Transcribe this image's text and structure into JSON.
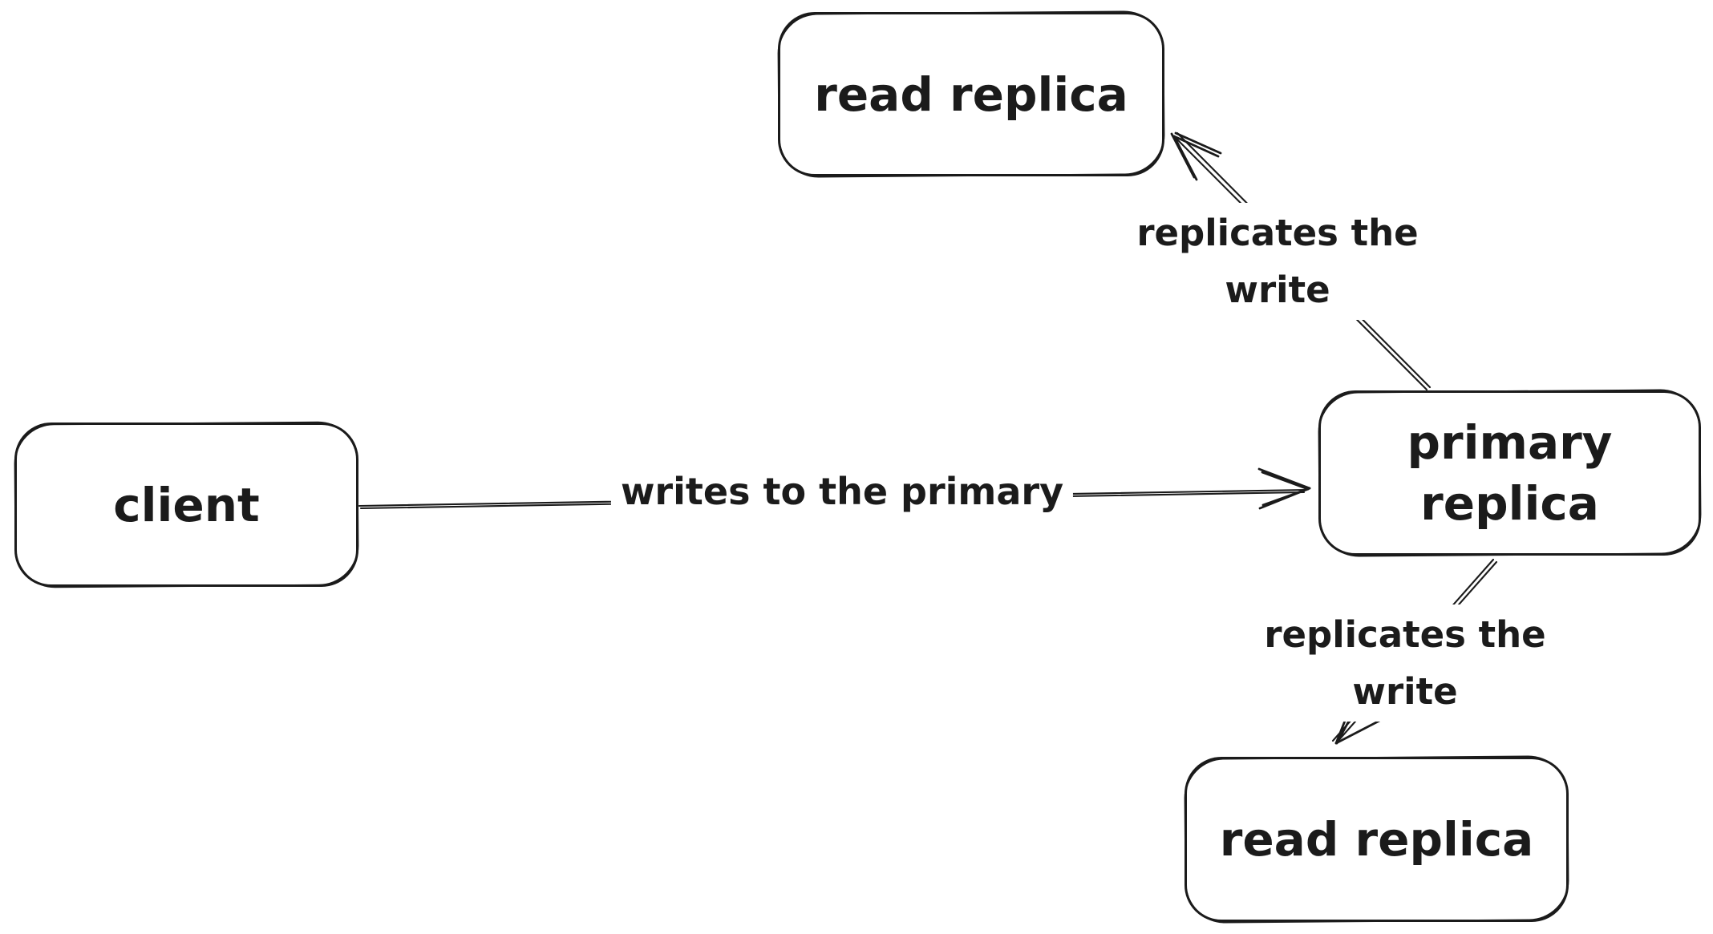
{
  "diagram": {
    "background_color": "#ffffff",
    "stroke_color": "#1b1b1b",
    "nodes": {
      "read_replica_top": {
        "label": "read replica"
      },
      "client": {
        "label": "client"
      },
      "primary_replica": {
        "label_line1": "primary",
        "label_line2": "replica"
      },
      "read_replica_bottom": {
        "label": "read replica"
      }
    },
    "edges": {
      "client_to_primary": {
        "from": "client",
        "to": "primary_replica",
        "label": "writes to the primary"
      },
      "primary_to_read_replica_top": {
        "from": "primary_replica",
        "to": "read_replica_top",
        "label_line1": "replicates the",
        "label_line2": "write"
      },
      "primary_to_read_replica_bottom": {
        "from": "primary_replica",
        "to": "read_replica_bottom",
        "label_line1": "replicates the",
        "label_line2": "write"
      }
    }
  }
}
